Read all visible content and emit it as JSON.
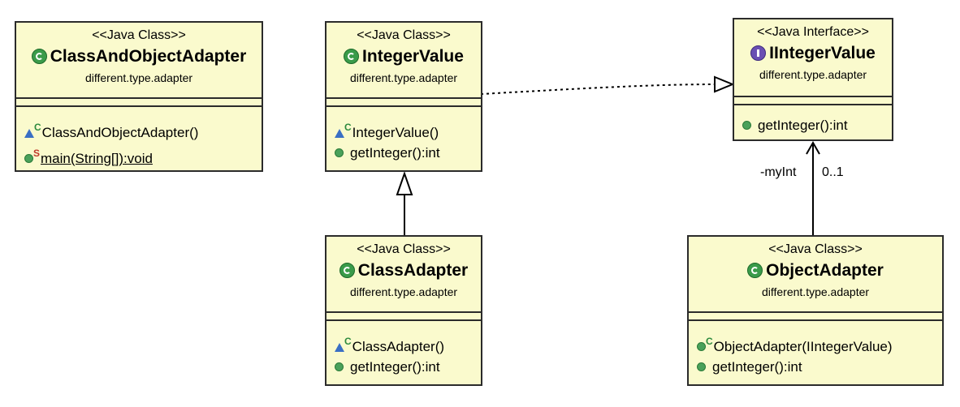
{
  "classes": {
    "classAndObjectAdapter": {
      "stereotype": "<<Java Class>>",
      "name": "ClassAndObjectAdapter",
      "package": "different.type.adapter",
      "members": [
        "ClassAndObjectAdapter()",
        "main(String[]):void"
      ]
    },
    "integerValue": {
      "stereotype": "<<Java Class>>",
      "name": "IntegerValue",
      "package": "different.type.adapter",
      "members": [
        "IntegerValue()",
        "getInteger():int"
      ]
    },
    "iIntegerValue": {
      "stereotype": "<<Java Interface>>",
      "name": "IIntegerValue",
      "package": "different.type.adapter",
      "members": [
        "getInteger():int"
      ]
    },
    "classAdapter": {
      "stereotype": "<<Java Class>>",
      "name": "ClassAdapter",
      "package": "different.type.adapter",
      "members": [
        "ClassAdapter()",
        "getInteger():int"
      ]
    },
    "objectAdapter": {
      "stereotype": "<<Java Class>>",
      "name": "ObjectAdapter",
      "package": "different.type.adapter",
      "members": [
        "ObjectAdapter(IIntegerValue)",
        "getInteger():int"
      ]
    }
  },
  "association": {
    "role": "-myInt",
    "multiplicity": "0..1"
  },
  "icons": {
    "class": "class-c-icon",
    "interface": "interface-i-icon",
    "constructor": "constructor-triangle-icon",
    "method": "public-method-dot-icon"
  },
  "colors": {
    "box_fill": "#fafacd",
    "border": "#2b2b2b",
    "class_icon": "#3a9b4a",
    "interface_icon": "#6a4fb3",
    "package_visibility": "#3a6fc4"
  }
}
